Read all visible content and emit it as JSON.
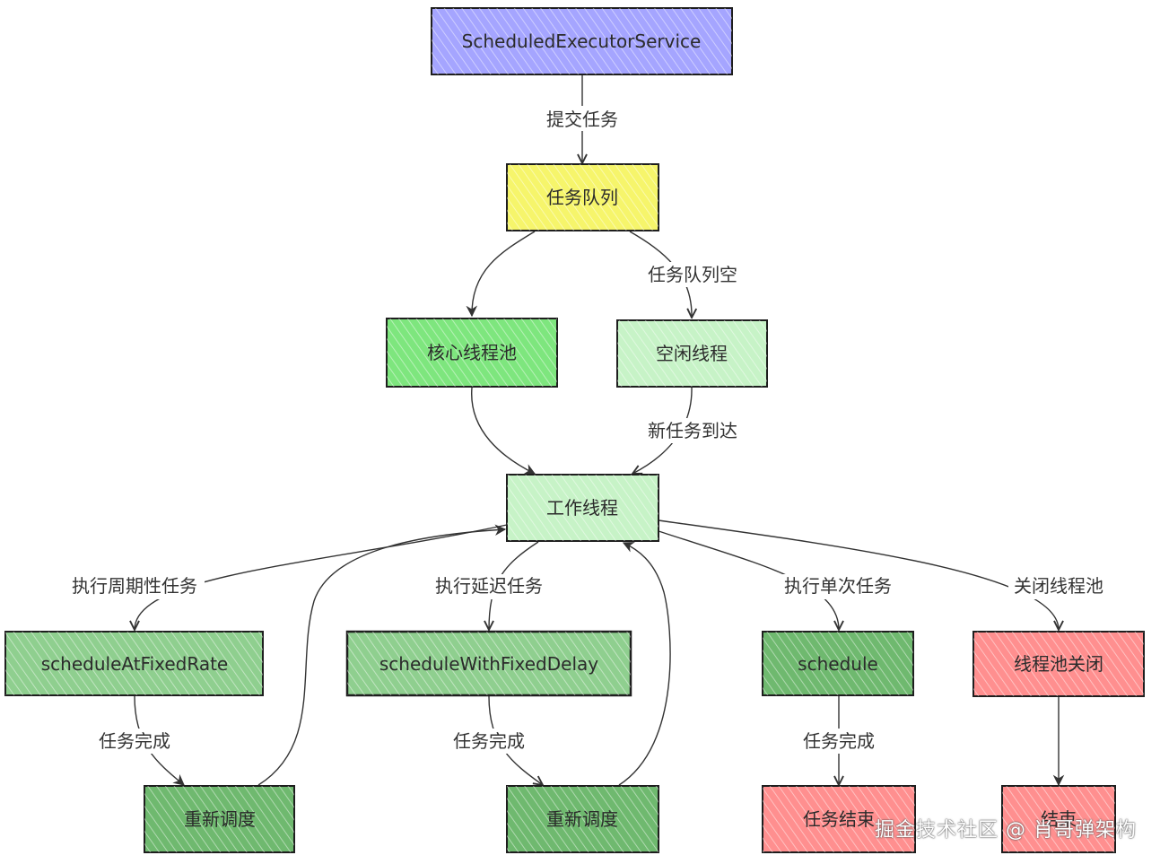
{
  "nodes": {
    "executor": {
      "label": "ScheduledExecutorService",
      "fill": "#a5a5ff"
    },
    "queue": {
      "label": "任务队列",
      "fill": "#f6f56b"
    },
    "core_pool": {
      "label": "核心线程池",
      "fill": "#7ee67e"
    },
    "idle_thread": {
      "label": "空闲线程",
      "fill": "#c7f3c7"
    },
    "worker": {
      "label": "工作线程",
      "fill": "#c7f3c7"
    },
    "fixed_rate": {
      "label": "scheduleAtFixedRate",
      "fill": "#8fcf8f"
    },
    "fixed_delay": {
      "label": "scheduleWithFixedDelay",
      "fill": "#8fcf8f"
    },
    "schedule": {
      "label": "schedule",
      "fill": "#6fb96f"
    },
    "shutdown": {
      "label": "线程池关闭",
      "fill": "#ff8f8f"
    },
    "reschedule_1": {
      "label": "重新调度",
      "fill": "#6fb96f"
    },
    "reschedule_2": {
      "label": "重新调度",
      "fill": "#6fb96f"
    },
    "task_end": {
      "label": "任务结束",
      "fill": "#ff8f8f"
    },
    "end": {
      "label": "结束",
      "fill": "#ff8f8f"
    }
  },
  "edges": {
    "submit": "提交任务",
    "queue_empty": "任务队列空",
    "new_task": "新任务到达",
    "periodic": "执行周期性任务",
    "delayed": "执行延迟任务",
    "single": "执行单次任务",
    "close_pool": "关闭线程池",
    "done_1": "任务完成",
    "done_2": "任务完成",
    "done_3": "任务完成"
  },
  "watermark": "掘金技术社区 @ 肖哥弹架构",
  "colors": {
    "stroke": "#1e1e1e",
    "arrow": "#333333"
  }
}
